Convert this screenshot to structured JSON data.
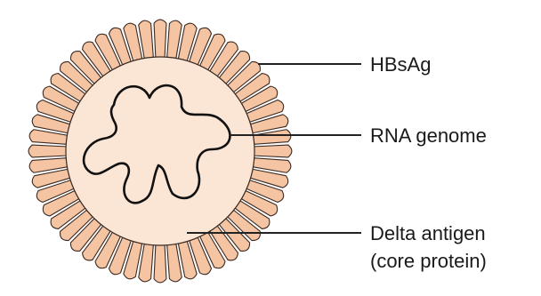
{
  "labels": {
    "envelope": "HBsAg",
    "genome": "RNA genome",
    "antigen_line1": "Delta antigen",
    "antigen_line2": "(core protein)"
  },
  "colors": {
    "envelope_fill": "#f5c4a2",
    "core_fill": "#fbe5d5",
    "outline": "#3a2a22",
    "genome": "#111111",
    "leader": "#222222"
  },
  "envelope_segment_count": 52
}
